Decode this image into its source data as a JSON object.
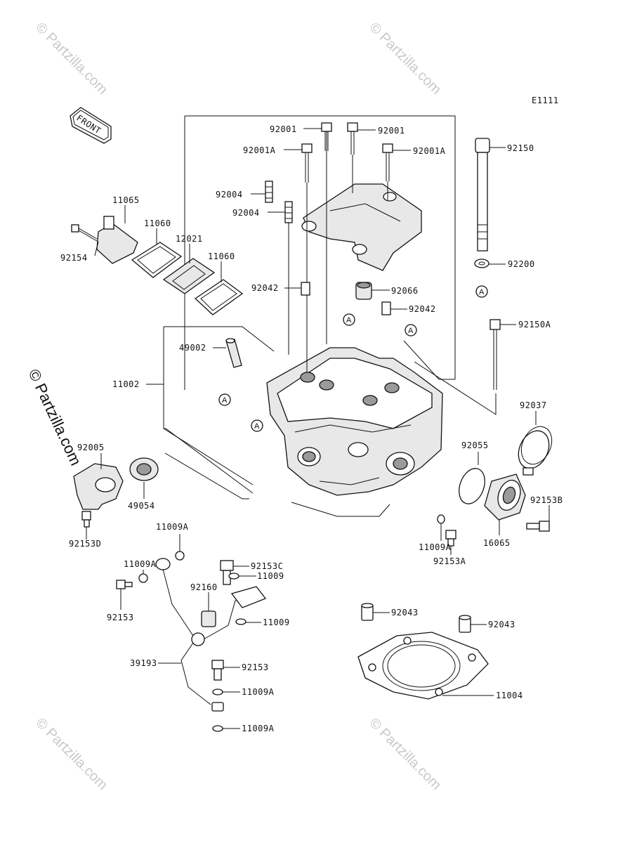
{
  "diagram_code": "E1111",
  "front_label": "FRONT",
  "watermark": "© Partzilla.com",
  "side_watermark": "© Partzilla.com",
  "callout_letter": "A",
  "parts": {
    "p92001_left": "92001",
    "p92001_right": "92001",
    "p92001A_left": "92001A",
    "p92001A_right": "92001A",
    "p92150": "92150",
    "p92004_a": "92004",
    "p92004_b": "92004",
    "p92200": "92200",
    "p11065": "11065",
    "p11060_a": "11060",
    "p12021": "12021",
    "p11060_b": "11060",
    "p92154": "92154",
    "p92042_a": "92042",
    "p92066": "92066",
    "p92042_b": "92042",
    "p92150A": "92150A",
    "p49002": "49002",
    "p11002": "11002",
    "p92037": "92037",
    "p92005": "92005",
    "p92055": "92055",
    "p49054": "49054",
    "p92153B": "92153B",
    "p92153D": "92153D",
    "p11009A_a": "11009A",
    "p16065": "16065",
    "p92153C": "92153C",
    "p11009A_b": "11009A",
    "p11009A_c": "11009A",
    "p92153A": "92153A",
    "p11009_a": "11009",
    "p92160": "92160",
    "p92153_a": "92153",
    "p11009_b": "11009",
    "p92043_a": "92043",
    "p92043_b": "92043",
    "p39193": "39193",
    "p92153_b": "92153",
    "p11009A_d": "11009A",
    "p11004": "11004",
    "p11009A_e": "11009A"
  }
}
